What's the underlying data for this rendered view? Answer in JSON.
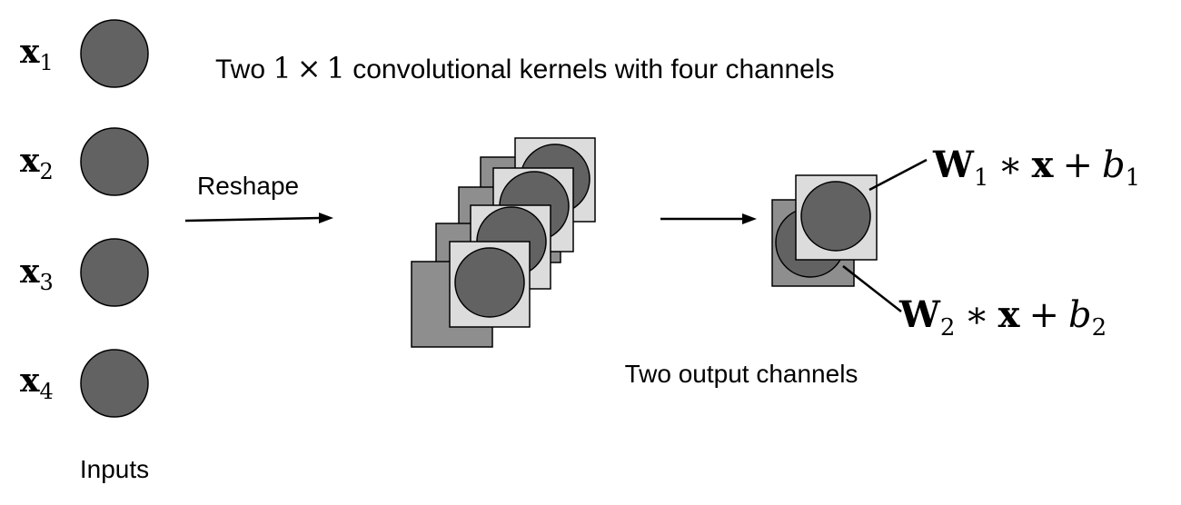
{
  "colors": {
    "node_fill": "#626262",
    "front_square": "#dcdcdc",
    "back_square": "#8e8e8e",
    "stroke": "#000000"
  },
  "inputs": {
    "symbol": "x",
    "subscripts": [
      "1",
      "2",
      "3",
      "4"
    ],
    "caption": "Inputs"
  },
  "title": {
    "prefix": "Two ",
    "one_a": "1",
    "times": "×",
    "one_b": "1",
    "suffix": " convolutional kernels with four channels"
  },
  "reshape_label": "Reshape",
  "outputs": {
    "caption": "Two output channels",
    "formula1": {
      "w": "W",
      "w_sub": "1",
      "op": "∗",
      "x": "x",
      "plus": "+",
      "b": "b",
      "b_sub": "1"
    },
    "formula2": {
      "w": "W",
      "w_sub": "2",
      "op": "∗",
      "x": "x",
      "plus": "+",
      "b": "b",
      "b_sub": "2"
    }
  }
}
